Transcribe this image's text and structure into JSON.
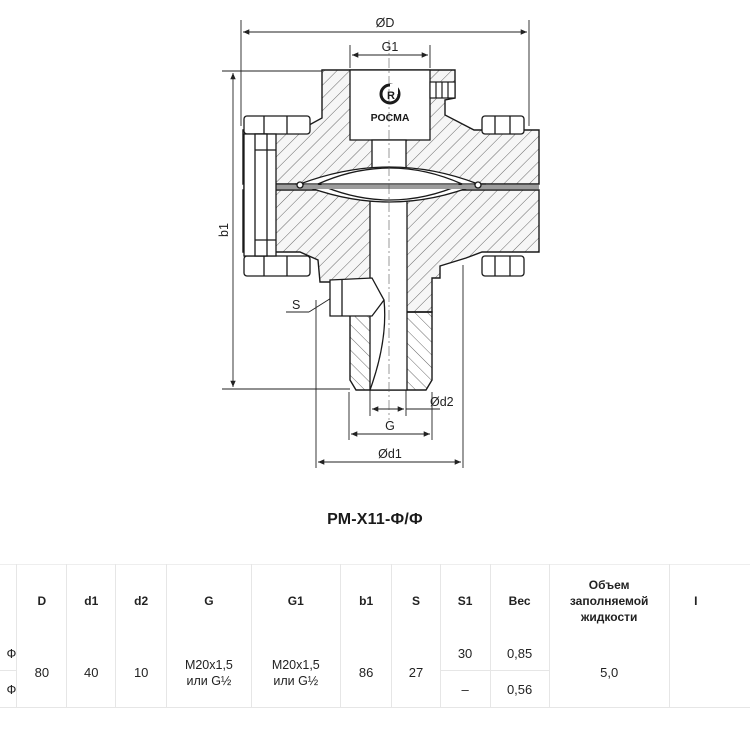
{
  "drawing": {
    "dim_D": "ØD",
    "dim_G1": "G1",
    "dim_b1": "b1",
    "dim_S": "S",
    "dim_d2": "Ød2",
    "dim_G": "G",
    "dim_d1": "Ød1",
    "logo_text": "РОСМА",
    "logo_mark": "R"
  },
  "title": "РМ-Х11-Ф/Ф",
  "table": {
    "headers": [
      "",
      "D",
      "d1",
      "d2",
      "G",
      "G1",
      "b1",
      "S",
      "S1",
      "Вес",
      "Объем заполняемой жидкости",
      "I"
    ],
    "row1": {
      "name": "Ф",
      "D": "80",
      "d1": "40",
      "d2": "10",
      "G_line1": "M20x1,5",
      "G_line2": "или G½",
      "G1_line1": "M20x1,5",
      "G1_line2": "или G½",
      "b1": "86",
      "S": "27",
      "S1": "30",
      "weight": "0,85",
      "volume": "5,0"
    },
    "row2": {
      "name": "Ф",
      "S1": "–",
      "weight": "0,56"
    }
  },
  "colors": {
    "line": "#1a1a1a",
    "hatch_fill": "#f4f4f4",
    "gasket": "#9c9c9c"
  },
  "icons": [
    "rosma-logo-icon"
  ]
}
